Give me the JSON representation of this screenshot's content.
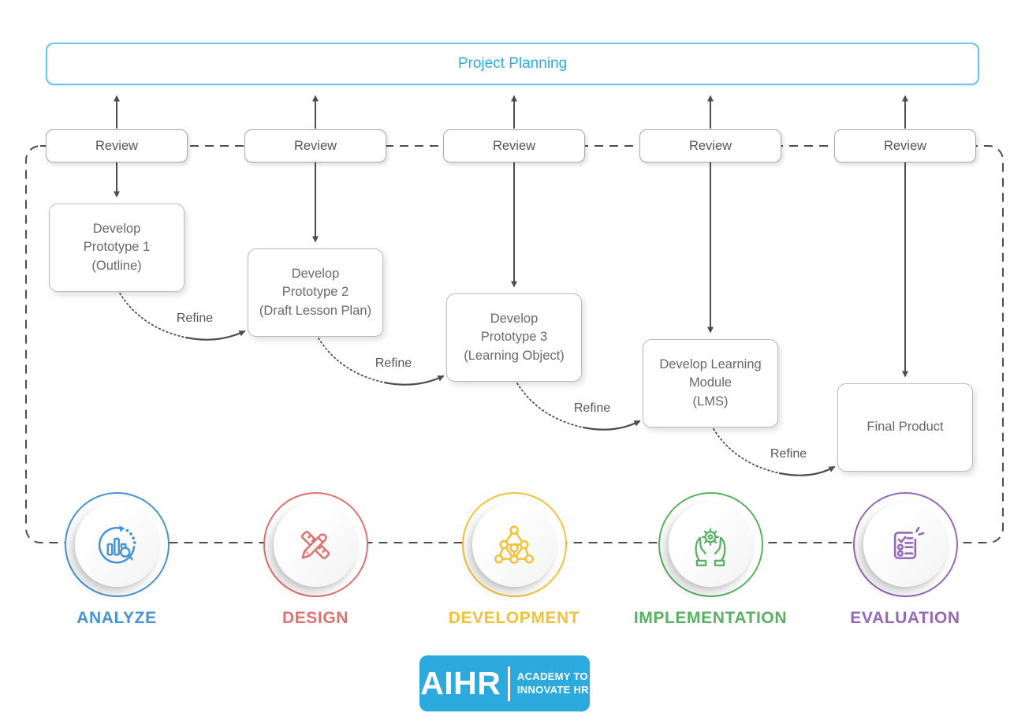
{
  "project_planning": {
    "label": "Project Planning",
    "text_color": "#2aabe3",
    "border_color": "#67c5ef"
  },
  "review_label": "Review",
  "refine_label": "Refine",
  "prototypes": [
    {
      "lines": [
        "Develop",
        "Prototype 1",
        "(Outline)"
      ]
    },
    {
      "lines": [
        "Develop",
        "Prototype 2",
        "(Draft Lesson Plan)"
      ]
    },
    {
      "lines": [
        "Develop",
        "Prototype 3",
        "(Learning Object)"
      ]
    },
    {
      "lines": [
        "Develop Learning",
        "Module",
        "(LMS)"
      ]
    },
    {
      "lines": [
        "Final Product"
      ]
    }
  ],
  "phases": [
    {
      "label": "ANALYZE",
      "color": "#4692d3",
      "icon": "bar-chart-search-icon"
    },
    {
      "label": "DESIGN",
      "color": "#e0716e",
      "icon": "pencil-ruler-icon"
    },
    {
      "label": "DEVELOPMENT",
      "color": "#f2c13a",
      "icon": "network-nodes-icon"
    },
    {
      "label": "IMPLEMENTATION",
      "color": "#58b061",
      "icon": "hands-gear-icon"
    },
    {
      "label": "EVALUATION",
      "color": "#9568b8",
      "icon": "checklist-icon"
    }
  ],
  "logo": {
    "brand": "AIHR",
    "tagline": [
      "ACADEMY TO",
      "INNOVATE HR"
    ],
    "bg_color": "#2caade",
    "text_color": "#ffffff"
  },
  "line_color": "#4d4d4d"
}
